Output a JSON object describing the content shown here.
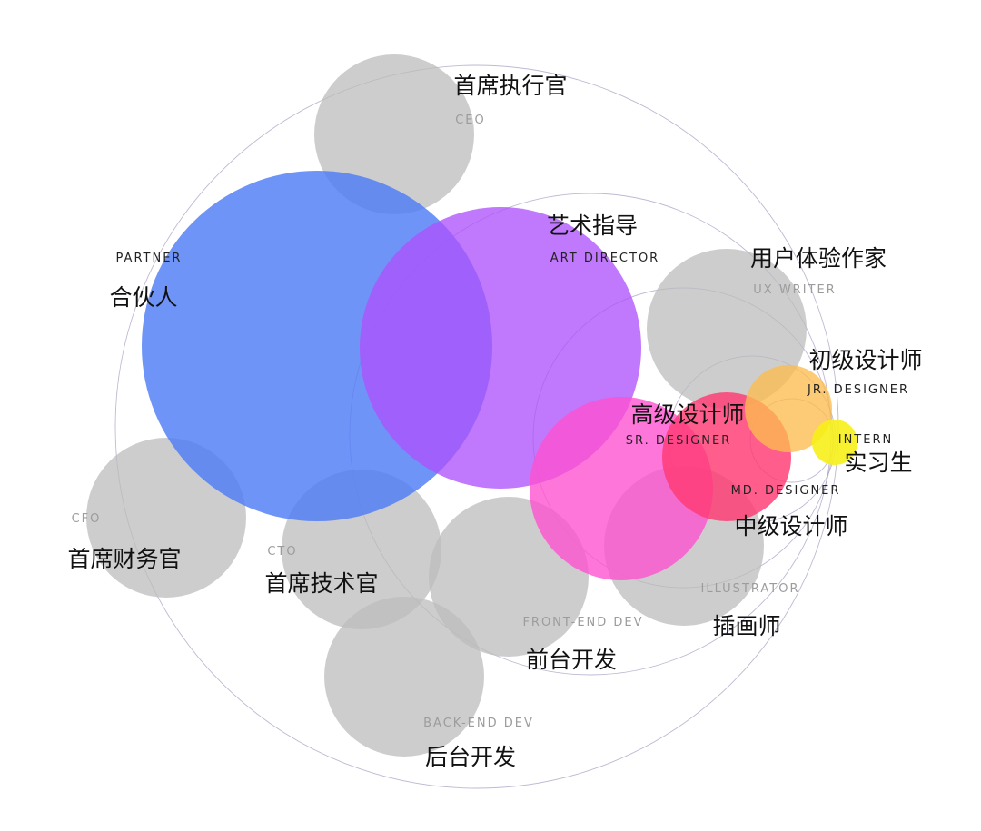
{
  "roles": [
    {
      "id": "ceo",
      "en": "CEO",
      "cn": "首席执行官",
      "color": "#bcbcbc"
    },
    {
      "id": "partner",
      "en": "PARTNER",
      "cn": "合伙人",
      "color": "#4f7cf7"
    },
    {
      "id": "art-director",
      "en": "ART DIRECTOR",
      "cn": "艺术指导",
      "color": "#ae52fb"
    },
    {
      "id": "ux-writer",
      "en": "UX WRITER",
      "cn": "用户体验作家",
      "color": "#bcbcbc"
    },
    {
      "id": "jr-designer",
      "en": "JR. DESIGNER",
      "cn": "初级设计师",
      "color": "#fcbc4e"
    },
    {
      "id": "intern",
      "en": "INTERN",
      "cn": "实习生",
      "color": "#f7ef18"
    },
    {
      "id": "sr-designer",
      "en": "SR. DESIGNER",
      "cn": "高级设计师",
      "color": "#ff4fcf"
    },
    {
      "id": "md-designer",
      "en": "MD. DESIGNER",
      "cn": "中级设计师",
      "color": "#ff3a73"
    },
    {
      "id": "cfo",
      "en": "CFO",
      "cn": "首席财务官",
      "color": "#bcbcbc"
    },
    {
      "id": "cto",
      "en": "CTO",
      "cn": "首席技术官",
      "color": "#bcbcbc"
    },
    {
      "id": "front-end-dev",
      "en": "FRONT-END DEV",
      "cn": "前台开发",
      "color": "#bcbcbc"
    },
    {
      "id": "back-end-dev",
      "en": "BACK-END DEV",
      "cn": "后台开发",
      "color": "#bcbcbc"
    },
    {
      "id": "illustrator",
      "en": "ILLUSTRATOR",
      "cn": "插画师",
      "color": "#bcbcbc"
    }
  ],
  "colors": {
    "ring": "#a9a0c4",
    "muted_label": "#9c9c9c",
    "dark_label": "#222222"
  }
}
